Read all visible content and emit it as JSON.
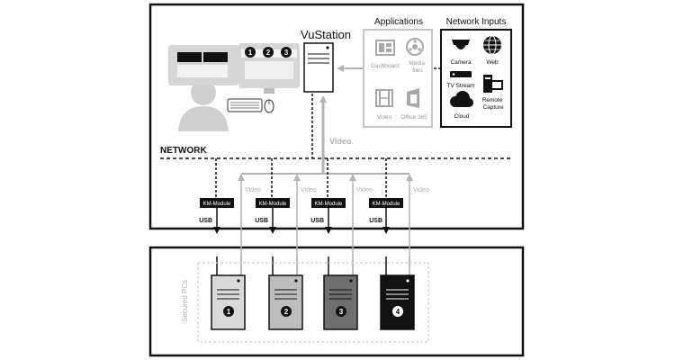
{
  "vustation": {
    "title": "VuStation"
  },
  "applications": {
    "title": "Applications",
    "items": [
      {
        "label": "Dashboard",
        "icon": "dashboard-icon"
      },
      {
        "label": "Media files",
        "label_lines": [
          "Media",
          "files"
        ],
        "icon": "media-files-icon"
      },
      {
        "label": "Video",
        "icon": "video-film-icon"
      },
      {
        "label": "Office 365",
        "icon": "office-365-icon"
      }
    ]
  },
  "network_inputs": {
    "title": "Network Inputs",
    "items": [
      {
        "label": "Camera",
        "icon": "camera-icon"
      },
      {
        "label": "Web",
        "icon": "globe-icon"
      },
      {
        "label": "TV Stream",
        "icon": "tv-stream-icon"
      },
      {
        "label": "Remote Capture",
        "label_lines": [
          "Remote",
          "Capture"
        ],
        "icon": "remote-capture-icon"
      },
      {
        "label": "Cloud",
        "icon": "cloud-icon"
      }
    ]
  },
  "network": {
    "label": "NETWORK"
  },
  "video_main": {
    "label": "Video"
  },
  "connections": {
    "km_module": "KM-Module",
    "usb": "USB",
    "video": "Video"
  },
  "monitor_numbers": [
    "1",
    "2",
    "3"
  ],
  "secured_pcs": {
    "label": "Secured PCs",
    "pcs": [
      {
        "number": "1",
        "shade": "light"
      },
      {
        "number": "2",
        "shade": "mid-light"
      },
      {
        "number": "3",
        "shade": "mid-dark"
      },
      {
        "number": "4",
        "shade": "dark"
      }
    ]
  },
  "colors": {
    "line_black": "#111111",
    "gray_arrow": "#b3b3b3",
    "icon_gray": "#a8a8a8",
    "pc1": "#d9d9d9",
    "pc2": "#bdbdbd",
    "pc3": "#6f6f6f",
    "pc4": "#111111"
  }
}
